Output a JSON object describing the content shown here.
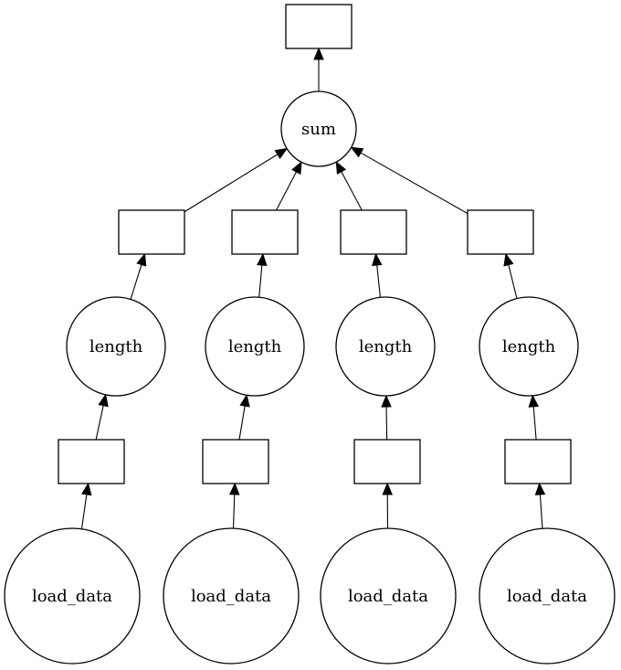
{
  "diagram": {
    "nodes": [
      {
        "id": "out",
        "shape": "box",
        "label": ""
      },
      {
        "id": "sum",
        "shape": "circle",
        "label": "sum"
      },
      {
        "id": "b1",
        "shape": "box",
        "label": ""
      },
      {
        "id": "b2",
        "shape": "box",
        "label": ""
      },
      {
        "id": "b3",
        "shape": "box",
        "label": ""
      },
      {
        "id": "b4",
        "shape": "box",
        "label": ""
      },
      {
        "id": "len1",
        "shape": "circle",
        "label": "length"
      },
      {
        "id": "len2",
        "shape": "circle",
        "label": "length"
      },
      {
        "id": "len3",
        "shape": "circle",
        "label": "length"
      },
      {
        "id": "len4",
        "shape": "circle",
        "label": "length"
      },
      {
        "id": "c1",
        "shape": "box",
        "label": ""
      },
      {
        "id": "c2",
        "shape": "box",
        "label": ""
      },
      {
        "id": "c3",
        "shape": "box",
        "label": ""
      },
      {
        "id": "c4",
        "shape": "box",
        "label": ""
      },
      {
        "id": "ld1",
        "shape": "circle",
        "label": "load_data"
      },
      {
        "id": "ld2",
        "shape": "circle",
        "label": "load_data"
      },
      {
        "id": "ld3",
        "shape": "circle",
        "label": "load_data"
      },
      {
        "id": "ld4",
        "shape": "circle",
        "label": "load_data"
      }
    ],
    "edges": [
      {
        "from": "sum",
        "to": "out"
      },
      {
        "from": "b1",
        "to": "sum"
      },
      {
        "from": "b2",
        "to": "sum"
      },
      {
        "from": "b3",
        "to": "sum"
      },
      {
        "from": "b4",
        "to": "sum"
      },
      {
        "from": "len1",
        "to": "b1"
      },
      {
        "from": "len2",
        "to": "b2"
      },
      {
        "from": "len3",
        "to": "b3"
      },
      {
        "from": "len4",
        "to": "b4"
      },
      {
        "from": "c1",
        "to": "len1"
      },
      {
        "from": "c2",
        "to": "len2"
      },
      {
        "from": "c3",
        "to": "len3"
      },
      {
        "from": "c4",
        "to": "len4"
      },
      {
        "from": "ld1",
        "to": "c1"
      },
      {
        "from": "ld2",
        "to": "c2"
      },
      {
        "from": "ld3",
        "to": "c3"
      },
      {
        "from": "ld4",
        "to": "c4"
      }
    ]
  }
}
